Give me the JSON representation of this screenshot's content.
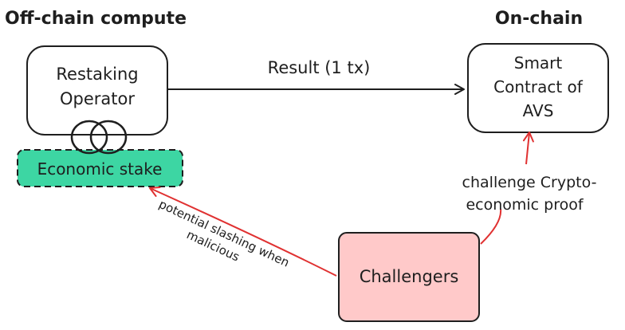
{
  "zones": {
    "offchain_label": "Off-chain compute",
    "onchain_label": "On-chain"
  },
  "nodes": {
    "operator": {
      "line1": "Restaking",
      "line2": "Operator"
    },
    "stake": {
      "label": "Economic stake"
    },
    "contract": {
      "line1": "Smart",
      "line2": "Contract of",
      "line3": "AVS"
    },
    "challengers": {
      "label": "Challengers"
    }
  },
  "edges": {
    "result": {
      "label": "Result (1 tx)"
    },
    "challenge": {
      "line1": "challenge Crypto-",
      "line2": "economic proof"
    },
    "slashing": {
      "line1": "potential slashing when",
      "line2": "malicious"
    }
  },
  "colors": {
    "offchain_label": "#e03131",
    "onchain_label": "#2f9e44",
    "stake_fill": "#3dd6a3",
    "challengers_fill": "#ffc9c9",
    "challenge_arrow": "#e03131",
    "stroke": "#1e1e1e"
  }
}
